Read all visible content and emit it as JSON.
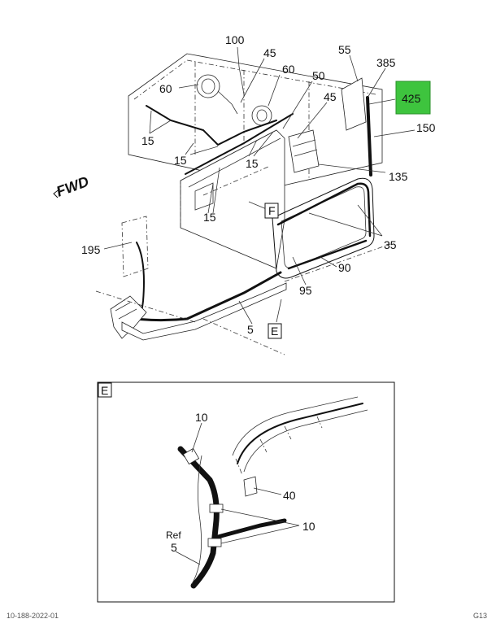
{
  "main_view": {
    "fwd_label": "FWD",
    "callouts": [
      "100",
      "45",
      "60",
      "60",
      "50",
      "45",
      "55",
      "385",
      "425",
      "150",
      "15",
      "15",
      "15",
      "15",
      "135",
      "F",
      "35",
      "195",
      "90",
      "95",
      "5",
      "E"
    ],
    "highlight_color": "#3ec43e"
  },
  "detail_e": {
    "view_label": "E",
    "callouts": [
      "10",
      "40",
      "10",
      "Ref",
      "5"
    ]
  },
  "footer": {
    "left": "10-188-2022-01",
    "right": "G13"
  }
}
